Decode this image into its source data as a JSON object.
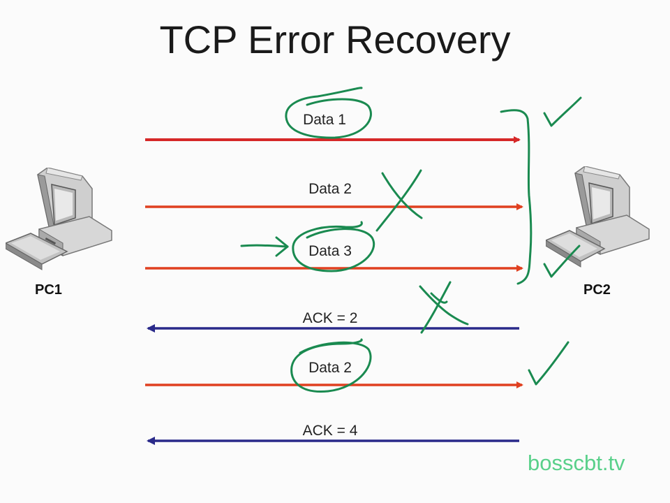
{
  "title": "TCP Error Recovery",
  "hosts": {
    "left": "PC1",
    "right": "PC2"
  },
  "messages": [
    {
      "label": "Data 1",
      "direction": "to-right",
      "color": "#d62828"
    },
    {
      "label": "Data 2",
      "direction": "to-right",
      "color": "#e04020"
    },
    {
      "label": "Data 3",
      "direction": "to-right",
      "color": "#e04020"
    },
    {
      "label": "ACK = 2",
      "direction": "to-left",
      "color": "#2a2a8a"
    },
    {
      "label": "Data 2",
      "direction": "to-left-retransmit",
      "color": "#e04020"
    },
    {
      "label": "ACK = 4",
      "direction": "to-left",
      "color": "#2a2a8a"
    }
  ],
  "annotations": {
    "ink_color": "#1a8a50",
    "marks": [
      "check-icon",
      "cross-icon",
      "circle-icon",
      "pointer-arrow-icon",
      "brace-icon"
    ]
  },
  "watermark": "bosscbt.tv"
}
